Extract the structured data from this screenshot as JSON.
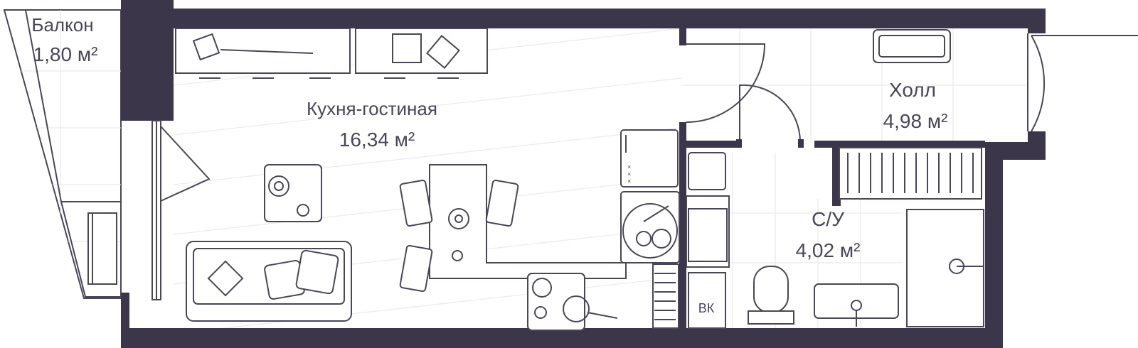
{
  "rooms": {
    "balcony": {
      "name": "Балкон",
      "area": "1,80 м²"
    },
    "kitchen_living": {
      "name": "Кухня-гостиная",
      "area": "16,34 м²"
    },
    "hall": {
      "name": "Холл",
      "area": "4,98 м²"
    },
    "bathroom": {
      "name": "С/У",
      "area": "4,02 м²"
    }
  },
  "markers": {
    "water_riser": "ВК"
  },
  "colors": {
    "wall": "#3b3649",
    "line": "#4a4658",
    "text": "#4a4658",
    "background": "#ffffff"
  }
}
